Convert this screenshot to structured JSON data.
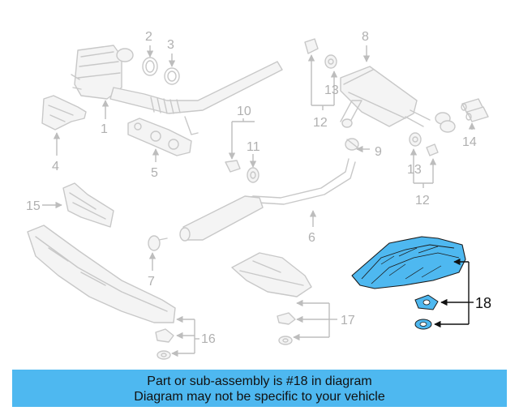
{
  "callouts": {
    "n1": "1",
    "n2": "2",
    "n3": "3",
    "n4": "4",
    "n5": "5",
    "n6": "6",
    "n7": "7",
    "n8": "8",
    "n9": "9",
    "n10": "10",
    "n11": "11",
    "n12a": "12",
    "n12b": "12",
    "n13a": "13",
    "n13b": "13",
    "n14": "14",
    "n15": "15",
    "n16": "16",
    "n17": "17",
    "n18": "18"
  },
  "highlight_color": "#4eb8f0",
  "banner": {
    "line1": "Part or sub-assembly is #18 in diagram",
    "line2": "Diagram may not be specific to your vehicle"
  }
}
